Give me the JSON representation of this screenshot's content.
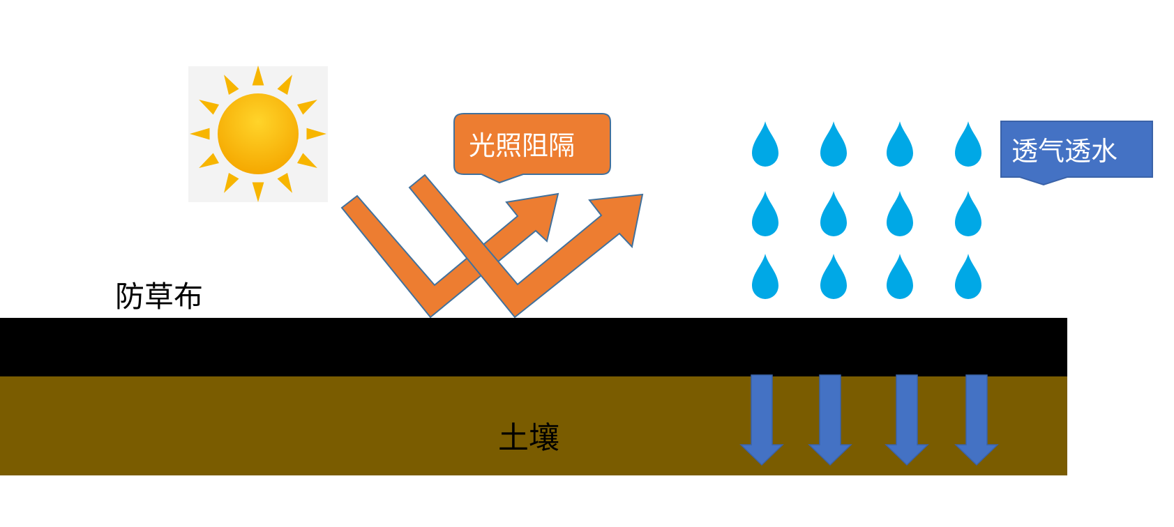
{
  "labels": {
    "fabric": "防草布",
    "soil": "土壤",
    "light_block": "光照阻隔",
    "breathable": "透气透水"
  },
  "icons": {
    "sun": "sun-icon",
    "drop": "water-drop-icon",
    "reflect_arrow": "reflected-light-arrow",
    "down_arrow": "down-arrow-icon"
  },
  "colors": {
    "fabric": "#000000",
    "soil": "#7a5c00",
    "light_arrow": "#ed7d31",
    "light_arrow_border": "#41719c",
    "drop": "#00a8e6",
    "down_arrow": "#4472c4",
    "callout_orange": "#ed7d31",
    "callout_blue": "#4472c4",
    "sun_core": "#f6b400",
    "sun_ray": "#f7b500"
  }
}
